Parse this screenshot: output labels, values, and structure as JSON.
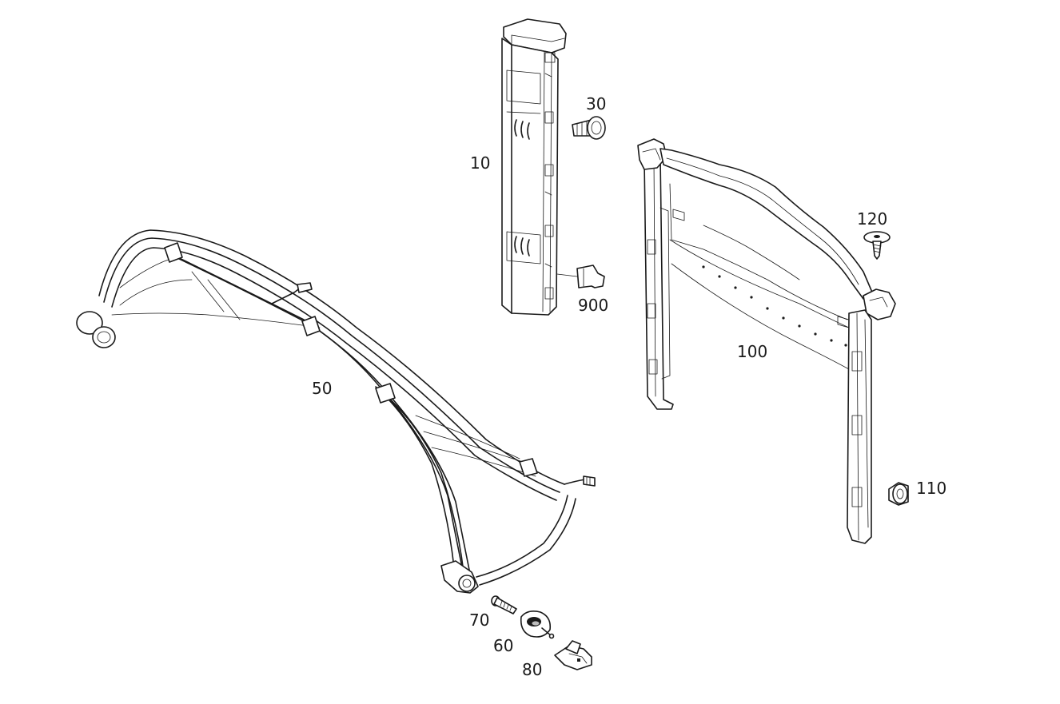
{
  "labels": {
    "p10": "10",
    "p30": "30",
    "p50": "50",
    "p60": "60",
    "p70": "70",
    "p80": "80",
    "p100": "100",
    "p110": "110",
    "p120": "120",
    "p900": "900"
  }
}
